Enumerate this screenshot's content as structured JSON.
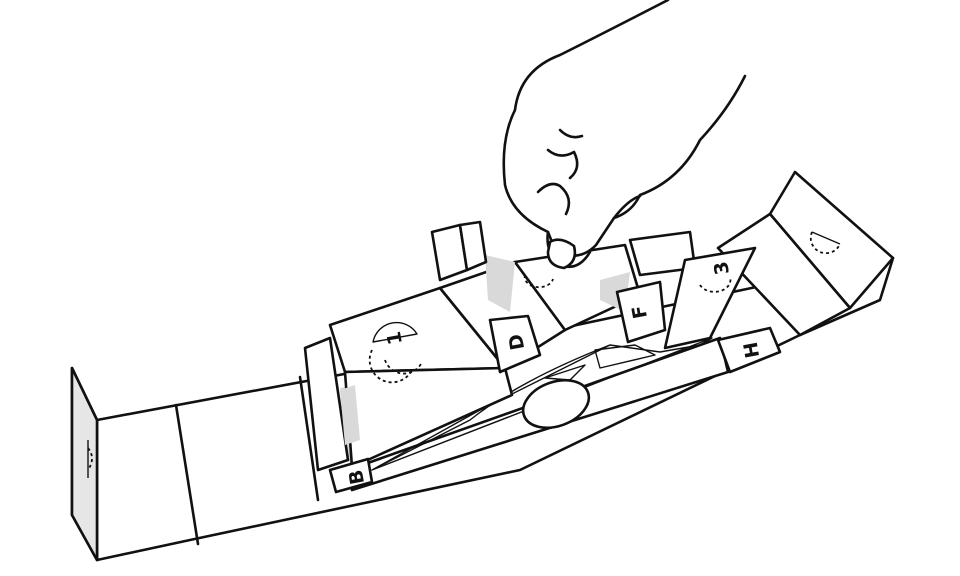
{
  "labels": {
    "b": "B",
    "d": "D",
    "f": "F",
    "h": "H",
    "one": "1",
    "three": "3"
  }
}
